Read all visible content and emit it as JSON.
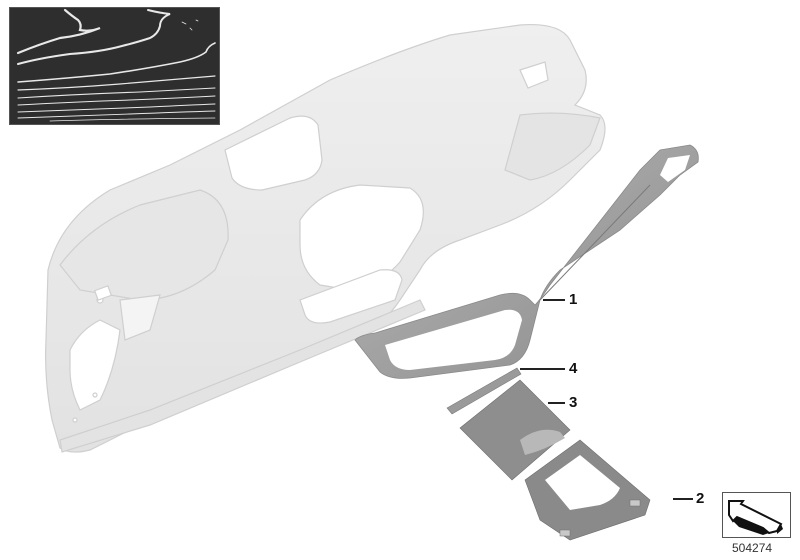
{
  "diagram": {
    "id": "504274",
    "inset_label": "wood-grain-trim-sample",
    "parts": [
      {
        "number": "1",
        "name": "dashboard-decor-trim-strip"
      },
      {
        "number": "2",
        "name": "center-console-trim-frame"
      },
      {
        "number": "3",
        "name": "center-console-decor-panel"
      },
      {
        "number": "4",
        "name": "decor-strip"
      }
    ],
    "assembly": "instrument-panel-dashboard",
    "colors": {
      "background": "#ffffff",
      "dashboard": "#eaeaea",
      "dashboard_edge": "#cfcfcf",
      "trim": "#9a9a9a",
      "trim_light": "#c8c8c8",
      "inset_bg": "#2e2e2e",
      "grain": "#e6e6e6",
      "callout": "#111111"
    },
    "nav_icon": "arrow-back-icon"
  }
}
